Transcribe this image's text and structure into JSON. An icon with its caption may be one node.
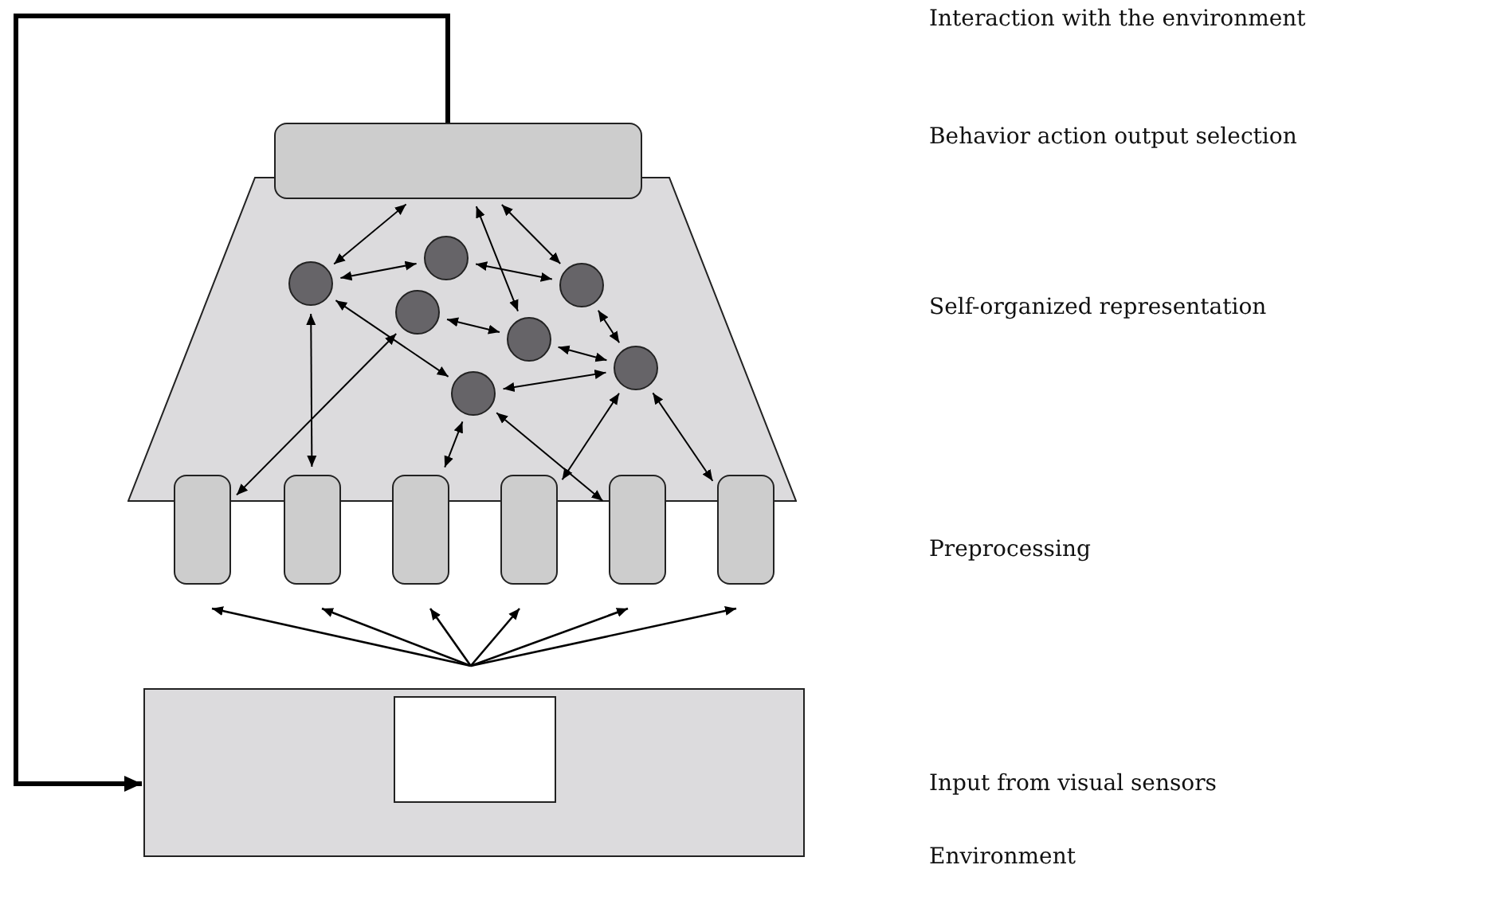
{
  "diagram": {
    "nodes": [
      {
        "text": [],
        "shape": "box"
      },
      {
        "text": [],
        "shape": "trapezoid"
      },
      {
        "text": [],
        "shape": "circle",
        "in": 1
      },
      {
        "text": [],
        "shape": "circle",
        "in": 1
      },
      {
        "text": [],
        "shape": "circle",
        "in": 1
      },
      {
        "text": [],
        "shape": "circle",
        "in": 1
      },
      {
        "text": [],
        "shape": "circle",
        "in": 1
      },
      {
        "text": [],
        "shape": "circle",
        "in": 1
      },
      {
        "text": [],
        "shape": "circle",
        "in": 1
      },
      {
        "text": [],
        "shape": "box"
      },
      {
        "text": [],
        "shape": "box"
      },
      {
        "text": [],
        "shape": "box"
      },
      {
        "text": [],
        "shape": "box"
      },
      {
        "text": [],
        "shape": "box"
      },
      {
        "text": [],
        "shape": "box"
      },
      {
        "text": [],
        "shape": "box"
      },
      {
        "text": [],
        "shape": "box",
        "in": 15
      }
    ],
    "edges": [
      {
        "from": 0,
        "to": 2,
        "arrow": "both"
      },
      {
        "from": 0,
        "to": 6,
        "arrow": "both"
      },
      {
        "from": 0,
        "to": 7,
        "arrow": "both"
      },
      {
        "from": 2,
        "to": 4,
        "arrow": "both"
      },
      {
        "from": 4,
        "to": 7,
        "arrow": "both"
      },
      {
        "from": 2,
        "to": 5,
        "arrow": "both"
      },
      {
        "from": 2,
        "to": 10,
        "arrow": "both"
      },
      {
        "from": 9,
        "to": 3,
        "arrow": "both"
      },
      {
        "from": 3,
        "to": 6,
        "arrow": "both"
      },
      {
        "from": 7,
        "to": 8,
        "arrow": "both"
      },
      {
        "from": 6,
        "to": 8,
        "arrow": "both"
      },
      {
        "from": 5,
        "to": 8,
        "arrow": "both"
      },
      {
        "from": 5,
        "to": 11,
        "arrow": "both"
      },
      {
        "from": 5,
        "to": 13,
        "arrow": "both"
      },
      {
        "from": 12,
        "to": 8,
        "arrow": "both"
      },
      {
        "from": 8,
        "to": 14,
        "arrow": "both"
      },
      {
        "from": 15,
        "to": 9,
        "arrow": "to"
      },
      {
        "from": 15,
        "to": 10,
        "arrow": "to"
      },
      {
        "from": 15,
        "to": 11,
        "arrow": "to"
      },
      {
        "from": 15,
        "to": 12,
        "arrow": "to"
      },
      {
        "from": 15,
        "to": 13,
        "arrow": "to"
      },
      {
        "from": 15,
        "to": 14,
        "arrow": "to"
      },
      {
        "from": 0,
        "to": 15,
        "arrow": "to",
        "style": "thick"
      }
    ],
    "labels": [
      "Interaction with the environment",
      "Behavior action output selection",
      "Self-organized representation",
      "Preprocessing",
      "Input from visual sensors",
      "Environment"
    ]
  }
}
